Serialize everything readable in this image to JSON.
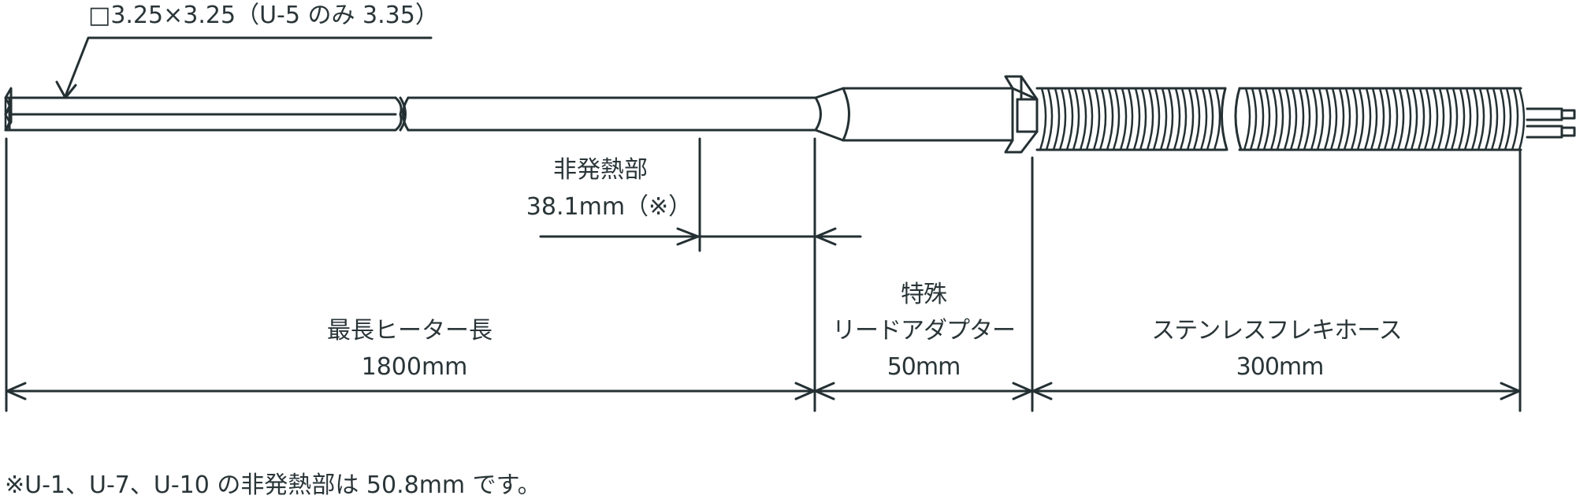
{
  "diagram": {
    "title": "Heater dimensional drawing",
    "colors": {
      "line": "#243033",
      "text": "#2a3538",
      "background": "#ffffff"
    },
    "callout": {
      "label": "□3.25×3.25（U-5 のみ 3.35）"
    },
    "non_heating": {
      "title": "非発熱部",
      "value": "38.1mm（※）"
    },
    "sections": [
      {
        "name": "最長ヒーター長",
        "value": "1800mm"
      },
      {
        "name_line1": "特殊",
        "name_line2": "リードアダプター",
        "value": "50mm"
      },
      {
        "name": "ステンレスフレキホース",
        "value": "300mm"
      }
    ],
    "footnote": "※U-1、U-7、U-10 の非発熱部は 50.8mm です。"
  }
}
